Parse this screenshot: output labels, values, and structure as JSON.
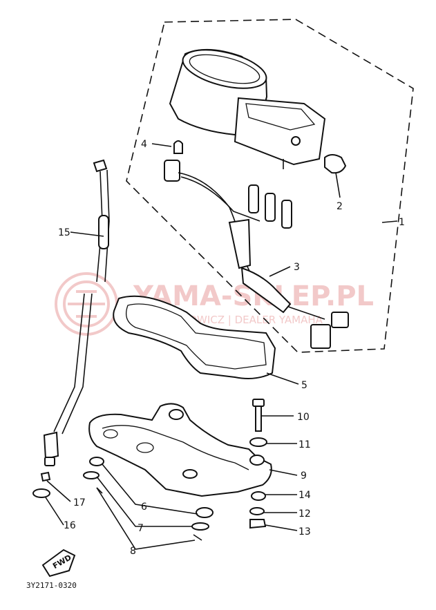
{
  "callouts": [
    {
      "id": "1",
      "label": "1"
    },
    {
      "id": "2",
      "label": "2"
    },
    {
      "id": "3",
      "label": "3"
    },
    {
      "id": "4",
      "label": "4"
    },
    {
      "id": "5",
      "label": "5"
    },
    {
      "id": "6",
      "label": "6"
    },
    {
      "id": "7",
      "label": "7"
    },
    {
      "id": "8",
      "label": "8"
    },
    {
      "id": "9",
      "label": "9"
    },
    {
      "id": "10",
      "label": "10"
    },
    {
      "id": "11",
      "label": "11"
    },
    {
      "id": "12",
      "label": "12"
    },
    {
      "id": "13",
      "label": "13"
    },
    {
      "id": "14",
      "label": "14"
    },
    {
      "id": "15",
      "label": "15"
    },
    {
      "id": "16",
      "label": "16"
    },
    {
      "id": "17",
      "label": "17"
    }
  ],
  "fwd_label": "FWD",
  "drawing_code": "3Y2171-0320",
  "watermark": {
    "title": "YAMA-SKLEP.PL",
    "subtitle": "WOJCIECHOWICZ | DEALER YAMAHA",
    "color": "#f2c9c9"
  }
}
